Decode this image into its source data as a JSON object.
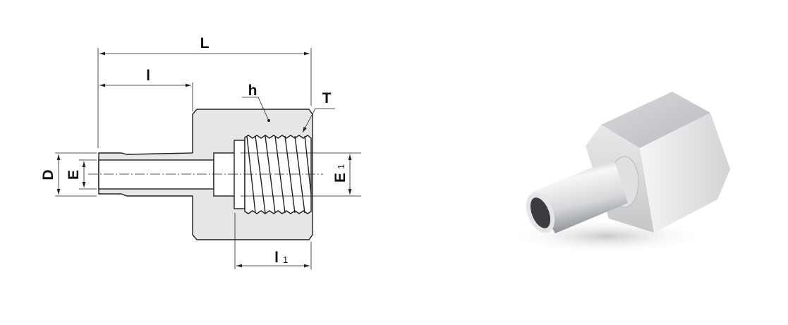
{
  "drawing": {
    "title": "Tube socket weld to female pipe thread adapter - dimension drawing",
    "labels": {
      "L": "L",
      "l": "l",
      "l1_main": "l",
      "l1_sub": "1",
      "h": "h",
      "T": "T",
      "D": "D",
      "E": "E",
      "E1_main": "E",
      "E1_sub": "1"
    }
  },
  "colors": {
    "body_fill": "#e6e7e8",
    "line": "#231f20"
  }
}
